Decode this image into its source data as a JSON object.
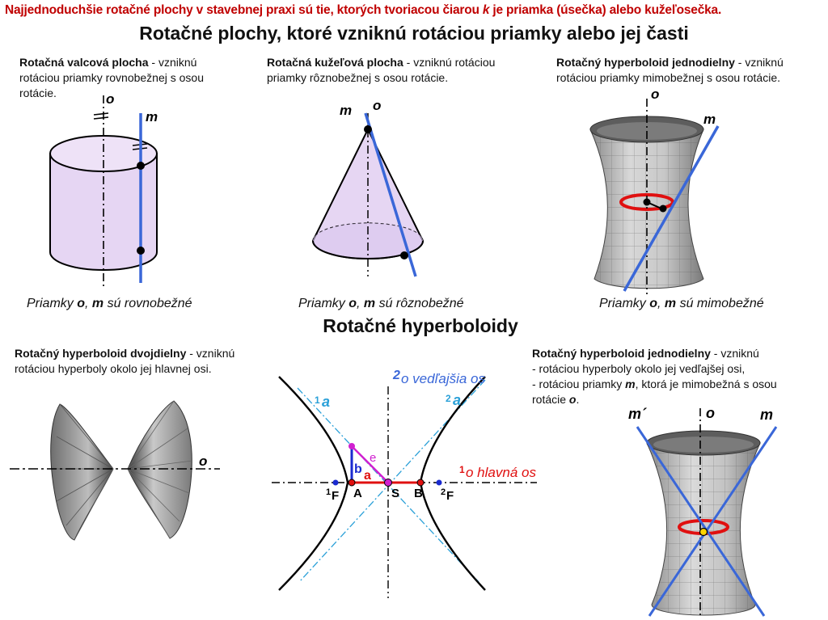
{
  "header": {
    "note_prefix": "Najjednoduchšie rotačné plochy v stavebnej praxi sú tie, ktorých tvoriacou čiarou ",
    "note_k": "k",
    "note_suffix": " je priamka (úsečka) alebo kužeľosečka.",
    "title_top": "Rotačné plochy, ktoré vzniknú rotáciou priamky alebo jej časti",
    "title_mid": "Rotačné hyperboloidy"
  },
  "panels": {
    "cylinder": {
      "name": "Rotačná valcová plocha",
      "text": " - vzniknú rotáciou priamky rovnobežnej s osou rotácie.",
      "caption_pre": "Priamky ",
      "o": "o",
      "comma": ", ",
      "m": "m",
      "caption_post": " sú rovnobežné",
      "label_o": "o",
      "label_m": "m"
    },
    "cone": {
      "name": "Rotačná kužeľová plocha",
      "text": " - vzniknú rotáciou priamky rôznobežnej s osou rotácie.",
      "caption_pre": "Priamky ",
      "o": "o",
      "comma": ", ",
      "m": "m",
      "caption_post": " sú rôznobežné",
      "label_o": "o",
      "label_m": "m"
    },
    "hyperboloid1": {
      "name": "Rotačný hyperboloid jednodielny",
      "text": " - vzniknú rotáciou priamky mimobežnej s osou rotácie.",
      "caption_pre": "Priamky ",
      "o": "o",
      "comma": ", ",
      "m": "m",
      "caption_post": " sú mimobežné",
      "label_o": "o",
      "label_m": "m"
    },
    "hyperboloid2": {
      "name": "Rotačný hyperboloid dvojdielny",
      "text": " - vzniknú rotáciou  hyperboly okolo jej hlavnej osi.",
      "label_o": "o"
    },
    "hyperbola": {
      "axis2": "o vedľajšia os",
      "axis2_sup": "2",
      "axis1": "o hlavná os",
      "axis1_sup": "1",
      "asym1": "a",
      "asym1_sup": "1",
      "asym2": "a",
      "asym2_sup": "2",
      "b": "b",
      "a": "a",
      "e": "e",
      "A": "A",
      "S": "S",
      "B": "B",
      "F1": "F",
      "F1_sup": "1",
      "F2": "F",
      "F2_sup": "2"
    },
    "hyperboloid3": {
      "name": "Rotačný hyperboloid jednodielny",
      "line1": " - vzniknú",
      "line2": "- rotáciou hyperboly okolo jej vedľajšej osi,",
      "line3_pre": "- rotáciou priamky ",
      "line3_m": "m",
      "line3_post": ", ktorá je mimobežná s osou",
      "line4_pre": "rotácie ",
      "line4_o": "o",
      "line4_post": ".",
      "label_m_prime": "m´",
      "label_o": "o",
      "label_m": "m"
    }
  },
  "colors": {
    "red_title": "#c00000",
    "blue_line": "#3a67d8",
    "cyan_asym": "#2aa0d8",
    "red_line": "#e01010",
    "magenta": "#d020d0",
    "violet_fill": "#e6d6f3"
  }
}
